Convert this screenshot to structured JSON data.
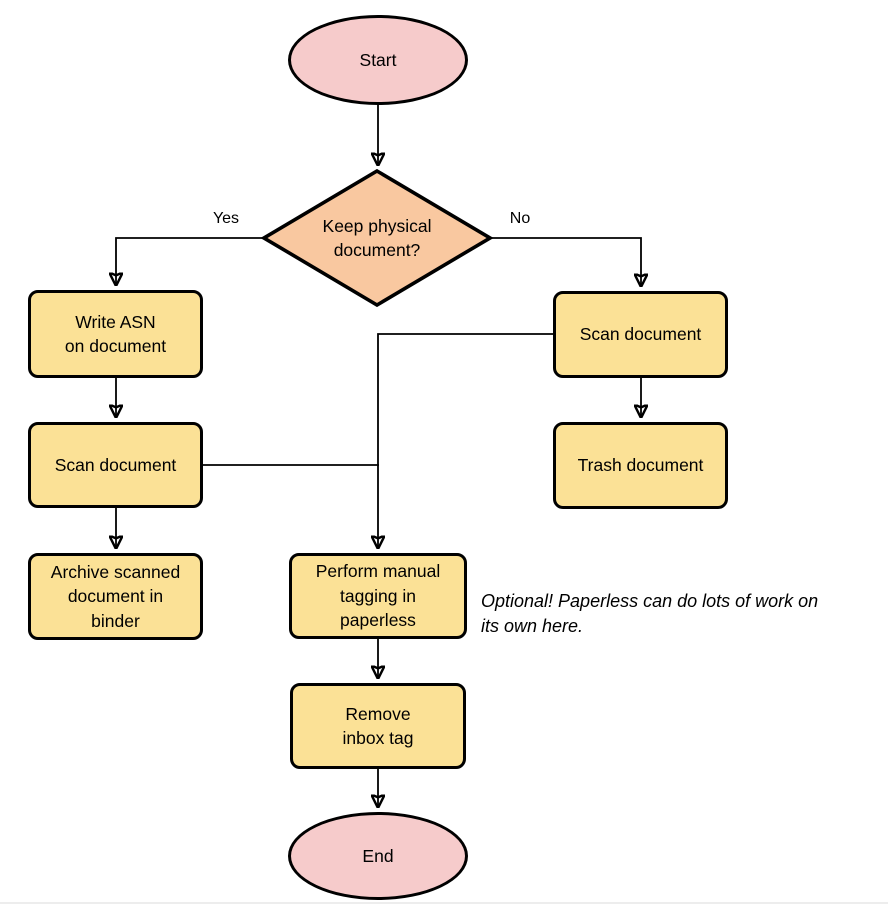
{
  "diagram": {
    "type": "flowchart",
    "background": "#ffffff",
    "colors": {
      "terminal_fill": "#f6cbcb",
      "decision_fill": "#f9c8a0",
      "process_fill": "#fbe196",
      "stroke": "#000000",
      "text": "#000000",
      "divider": "#ededed"
    },
    "nodes": {
      "start": {
        "label": "Start",
        "shape": "ellipse"
      },
      "decision": {
        "label": "Keep physical\ndocument?",
        "shape": "diamond"
      },
      "write_asn": {
        "label": "Write ASN\non document",
        "shape": "process"
      },
      "scan_left": {
        "label": "Scan document",
        "shape": "process"
      },
      "archive": {
        "label": "Archive scanned\ndocument in\nbinder",
        "shape": "process"
      },
      "scan_right": {
        "label": "Scan document",
        "shape": "process"
      },
      "trash": {
        "label": "Trash document",
        "shape": "process"
      },
      "tagging": {
        "label": "Perform manual\ntagging in\npaperless",
        "shape": "process"
      },
      "remove_inbox": {
        "label": "Remove\ninbox tag",
        "shape": "process"
      },
      "end": {
        "label": "End",
        "shape": "ellipse"
      }
    },
    "edge_labels": {
      "yes": "Yes",
      "no": "No"
    },
    "edges": [
      {
        "from": "start",
        "to": "decision"
      },
      {
        "from": "decision",
        "to": "write_asn",
        "label": "Yes"
      },
      {
        "from": "decision",
        "to": "scan_right",
        "label": "No"
      },
      {
        "from": "write_asn",
        "to": "scan_left"
      },
      {
        "from": "scan_left",
        "to": "archive"
      },
      {
        "from": "scan_right",
        "to": "trash"
      },
      {
        "from": "scan_right",
        "to": "tagging"
      },
      {
        "from": "scan_left",
        "to": "tagging"
      },
      {
        "from": "tagging",
        "to": "remove_inbox"
      },
      {
        "from": "remove_inbox",
        "to": "end"
      }
    ],
    "annotation": {
      "text": "Optional! Paperless can do lots of work on\nits own here."
    }
  }
}
